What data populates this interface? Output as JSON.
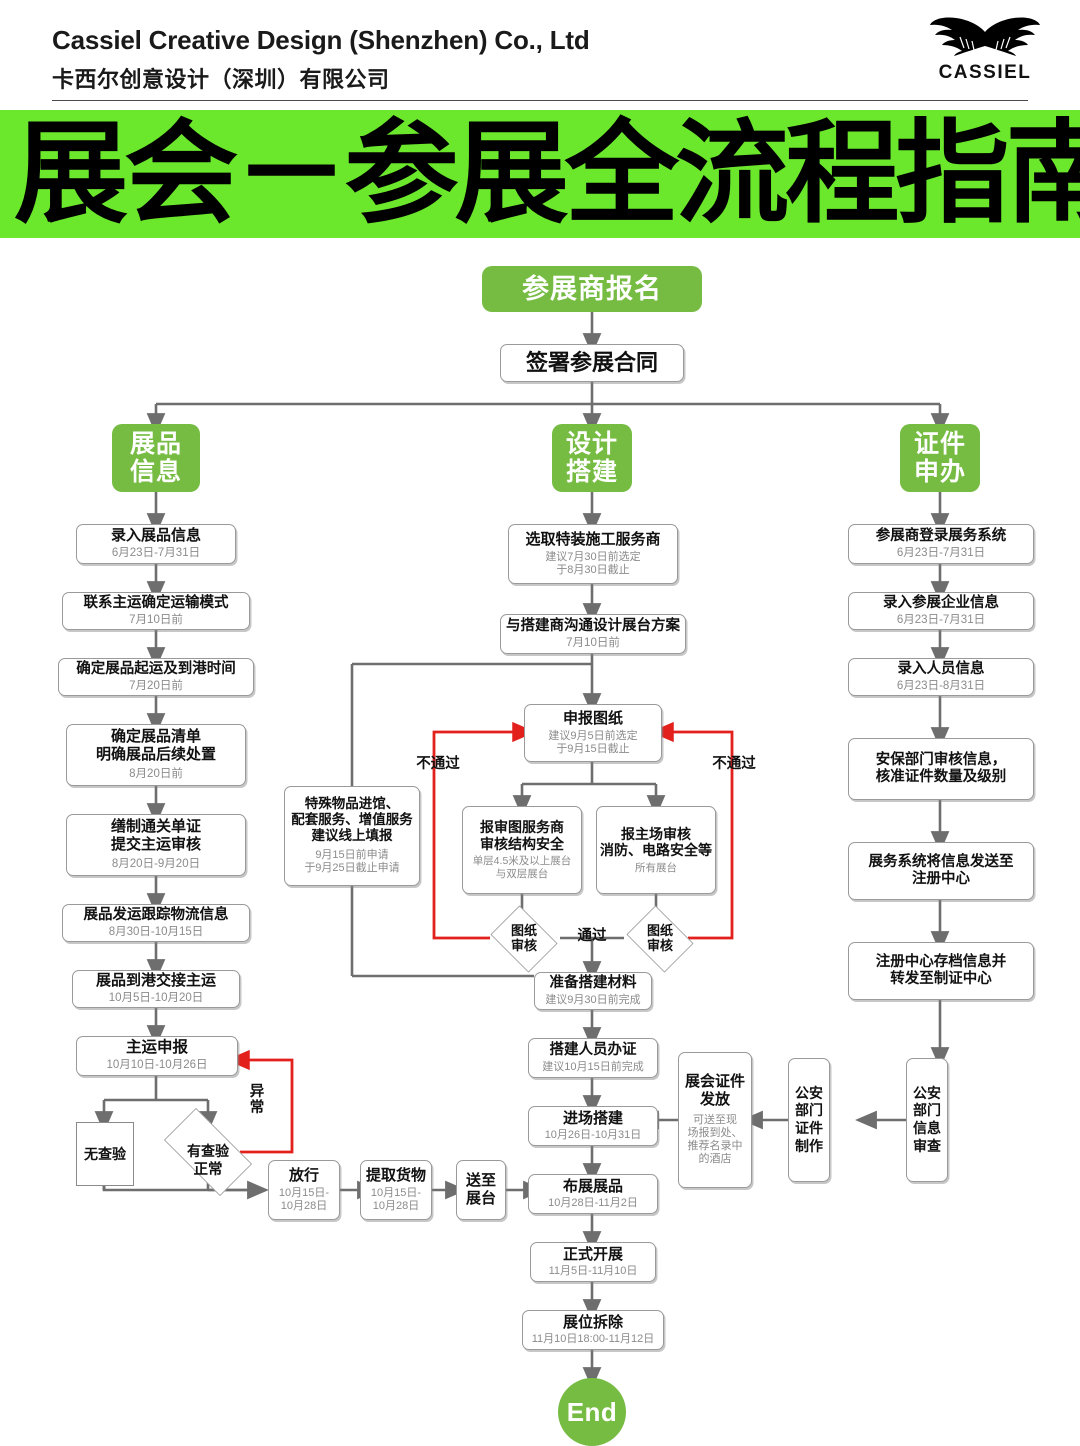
{
  "header": {
    "company_en": "Cassiel Creative Design (Shenzhen) Co., Ltd",
    "company_cn": "卡西尔创意设计（深圳）有限公司",
    "logo_text": "CASSIEL",
    "logo_icon": "wings-icon"
  },
  "banner": {
    "title": "展会－参展全流程指南！",
    "bg_color": "#6BE82C"
  },
  "colors": {
    "stage_green": "#76BC43",
    "banner_green": "#6BE82C",
    "box_border": "#9a9a9a",
    "line_gray": "#6e6e6e",
    "line_red": "#e2201c",
    "sub_text": "#8b8b8b"
  },
  "flow": {
    "start": {
      "label": "参展商报名"
    },
    "contract": {
      "label": "签署参展合同"
    },
    "stages": [
      {
        "id": "exhibits",
        "label": "展品\n信息"
      },
      {
        "id": "design",
        "label": "设计\n搭建"
      },
      {
        "id": "badge",
        "label": "证件\n申办"
      }
    ],
    "col_exhibits": [
      {
        "title": "录入展品信息",
        "sub": "6月23日-7月31日"
      },
      {
        "title": "联系主运确定运输模式",
        "sub": "7月10日前"
      },
      {
        "title": "确定展品起运及到港时间",
        "sub": "7月20日前"
      },
      {
        "title": "确定展品清单\n明确展品后续处置",
        "sub": "8月20日前"
      },
      {
        "title": "缮制通关单证\n提交主运审核",
        "sub": "8月20日-9月20日"
      },
      {
        "title": "展品发运跟踪物流信息",
        "sub": "8月30日-10月15日"
      },
      {
        "title": "展品到港交接主运",
        "sub": "10月5日-10月20日"
      },
      {
        "title": "主运申报",
        "sub": "10月10日-10月26日"
      }
    ],
    "inspect": {
      "no_check": "无查验",
      "has_check": "有查验",
      "abnormal": "异\n常",
      "normal": "正常"
    },
    "release_chain": [
      {
        "title": "放行",
        "sub": "10月15日-\n10月28日"
      },
      {
        "title": "提取货物",
        "sub": "10月15日-\n10月28日"
      },
      {
        "title": "送至\n展台",
        "sub": ""
      }
    ],
    "col_design": [
      {
        "title": "选取特装施工服务商",
        "sub": "建议7月30日前选定\n于8月30日截止"
      },
      {
        "title": "与搭建商沟通设计展台方案",
        "sub": "7月10日前"
      },
      {
        "title": "申报图纸",
        "sub": "建议9月5日前选定\n于9月15日截止"
      }
    ],
    "special_items": {
      "title": "特殊物品进馆、\n配套服务、增值服务\n建议线上填报",
      "sub": "9月15日前申请\n于9月25日截止申请"
    },
    "reviews": [
      {
        "title": "报审图服务商\n审核结构安全",
        "sub": "单层4.5米及以上展台\n与双层展台"
      },
      {
        "title": "报主场审核\n消防、电路安全等",
        "sub": "所有展台"
      }
    ],
    "decisions": [
      {
        "label": "图纸\n审核"
      },
      {
        "label": "图纸\n审核"
      }
    ],
    "edge_labels": {
      "fail_left": "不通过",
      "fail_right": "不通过",
      "pass": "通过"
    },
    "col_design_tail": [
      {
        "title": "准备搭建材料",
        "sub": "建议9月30日前完成"
      },
      {
        "title": "搭建人员办证",
        "sub": "建议10月15日前完成"
      },
      {
        "title": "进场搭建",
        "sub": "10月26日-10月31日"
      },
      {
        "title": "布展展品",
        "sub": "10月28日-11月2日"
      },
      {
        "title": "正式开展",
        "sub": "11月5日-11月10日"
      },
      {
        "title": "展位拆除",
        "sub": "11月10日18:00-11月12日"
      }
    ],
    "end": {
      "label": "End"
    },
    "col_badge": [
      {
        "title": "参展商登录展务系统",
        "sub": "6月23日-7月31日"
      },
      {
        "title": "录入参展企业信息",
        "sub": "6月23日-7月31日"
      },
      {
        "title": "录入人员信息",
        "sub": "6月23日-8月31日"
      },
      {
        "title": "安保部门审核信息，\n核准证件数量及级别",
        "sub": ""
      },
      {
        "title": "展务系统将信息发送至\n注册中心",
        "sub": ""
      },
      {
        "title": "注册中心存档信息并\n转发至制证中心",
        "sub": ""
      }
    ],
    "badge_tail": [
      {
        "title": "公安\n部门\n信息\n审查",
        "sub": ""
      },
      {
        "title": "公安\n部门\n证件\n制作",
        "sub": ""
      }
    ],
    "badge_issue": {
      "title": "展会证件\n发放",
      "sub": "可送至现\n场报到处、\n推荐名录中\n的酒店"
    }
  }
}
